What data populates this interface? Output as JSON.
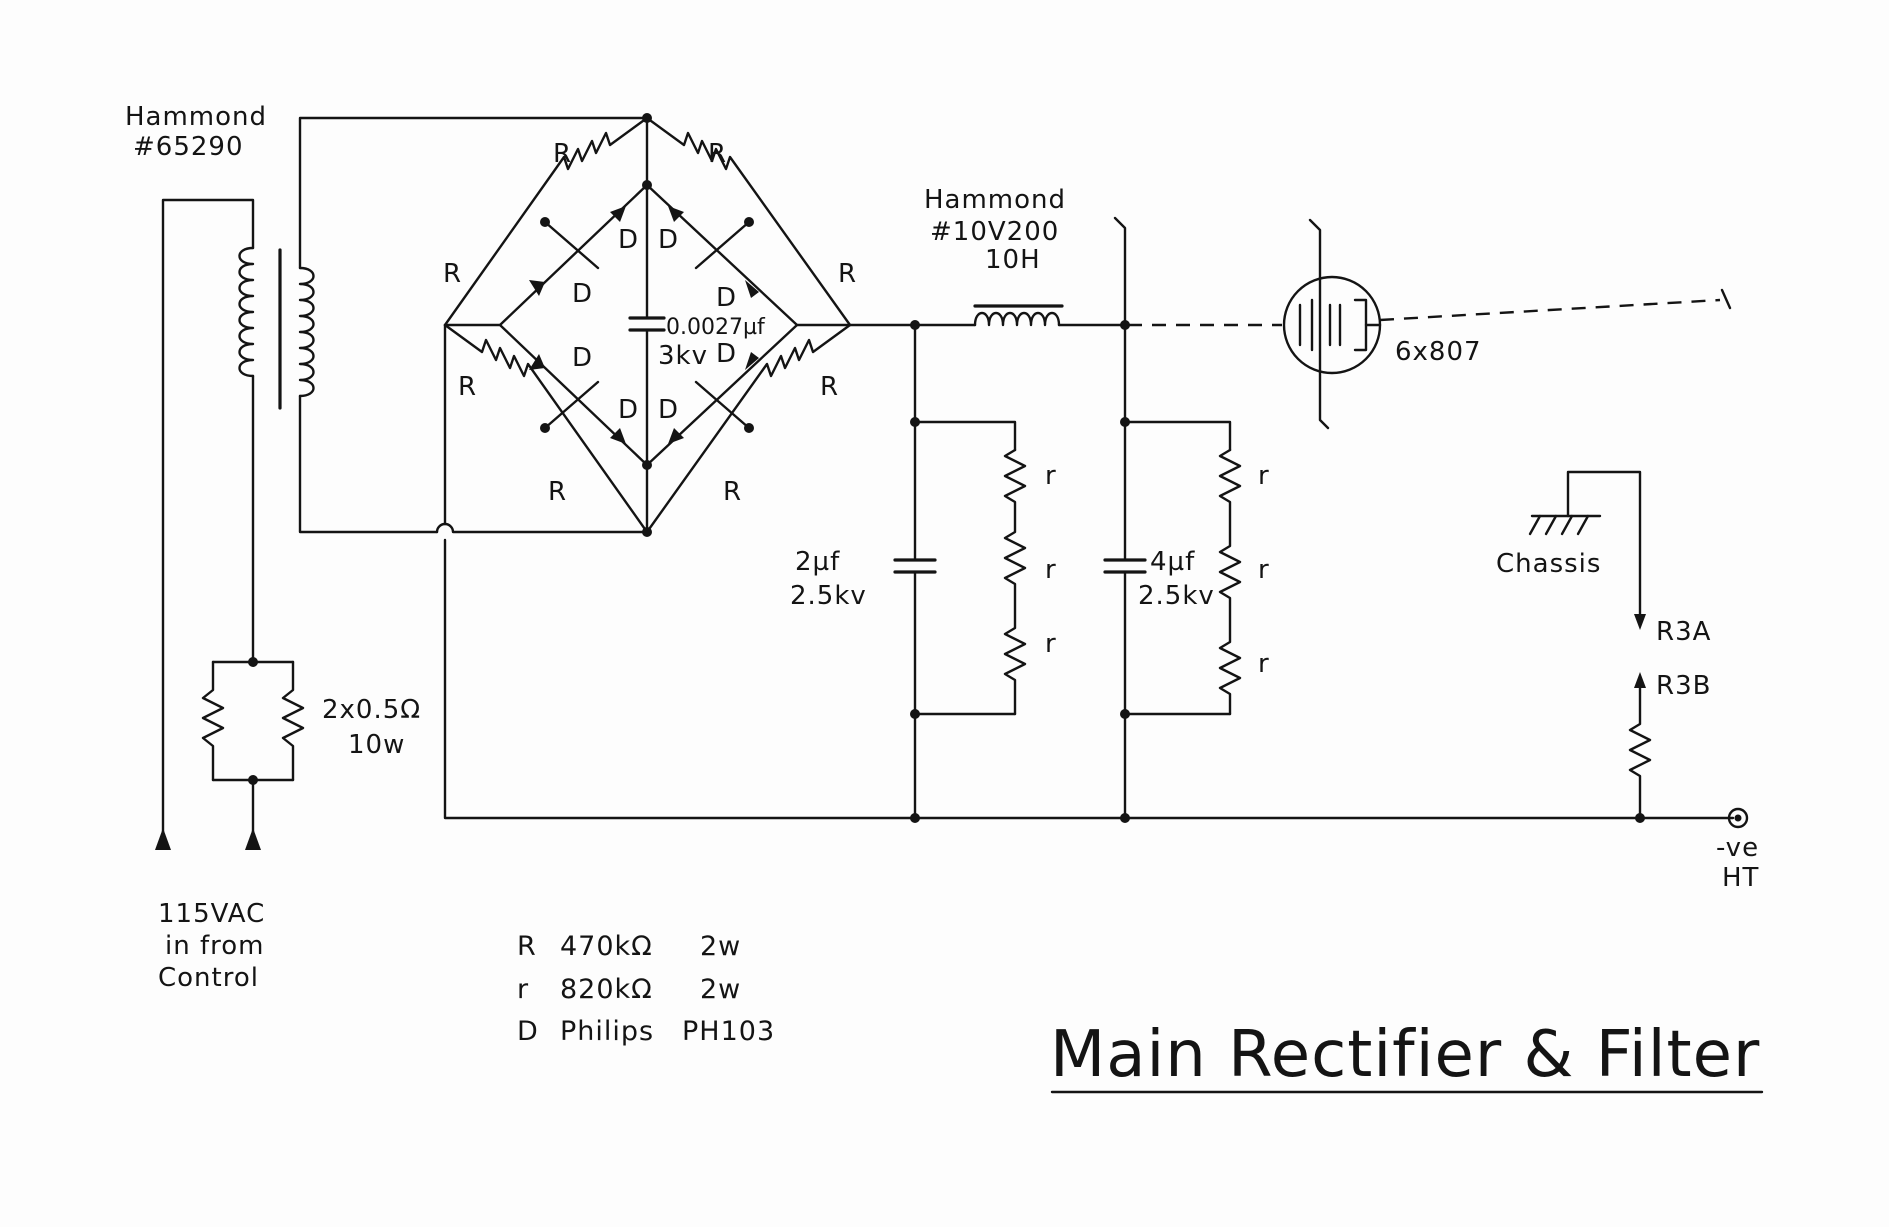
{
  "diagram": {
    "title": "Main Rectifier & Filter",
    "transformer": {
      "maker": "Hammond",
      "part": "#65290"
    },
    "input": {
      "line1": "115VAC",
      "line2": "in from",
      "line3": "Control"
    },
    "shunt": {
      "value": "2x0.5Ω",
      "power": "10w"
    },
    "bridge": {
      "resistor_label": "R",
      "diode_label": "D",
      "cap_value": "0.0027µf",
      "cap_voltage": "3kv"
    },
    "choke": {
      "maker": "Hammond",
      "part": "#10V200",
      "value": "10H"
    },
    "filter_cap1": {
      "value": "2µf",
      "voltage": "2.5kv"
    },
    "filter_cap2": {
      "value": "4µf",
      "voltage": "2.5kv"
    },
    "bleeder_label": "r",
    "tube": {
      "label": "6x807"
    },
    "chassis": "Chassis",
    "r3a": "R3A",
    "r3b": "R3B",
    "output": {
      "line1": "-ve",
      "line2": "HT"
    },
    "legend": [
      {
        "sym": "R",
        "value": "470kΩ",
        "power": "2w"
      },
      {
        "sym": "r",
        "value": "820kΩ",
        "power": "2w"
      },
      {
        "sym": "D",
        "value": "Philips",
        "power": "PH103"
      }
    ]
  }
}
